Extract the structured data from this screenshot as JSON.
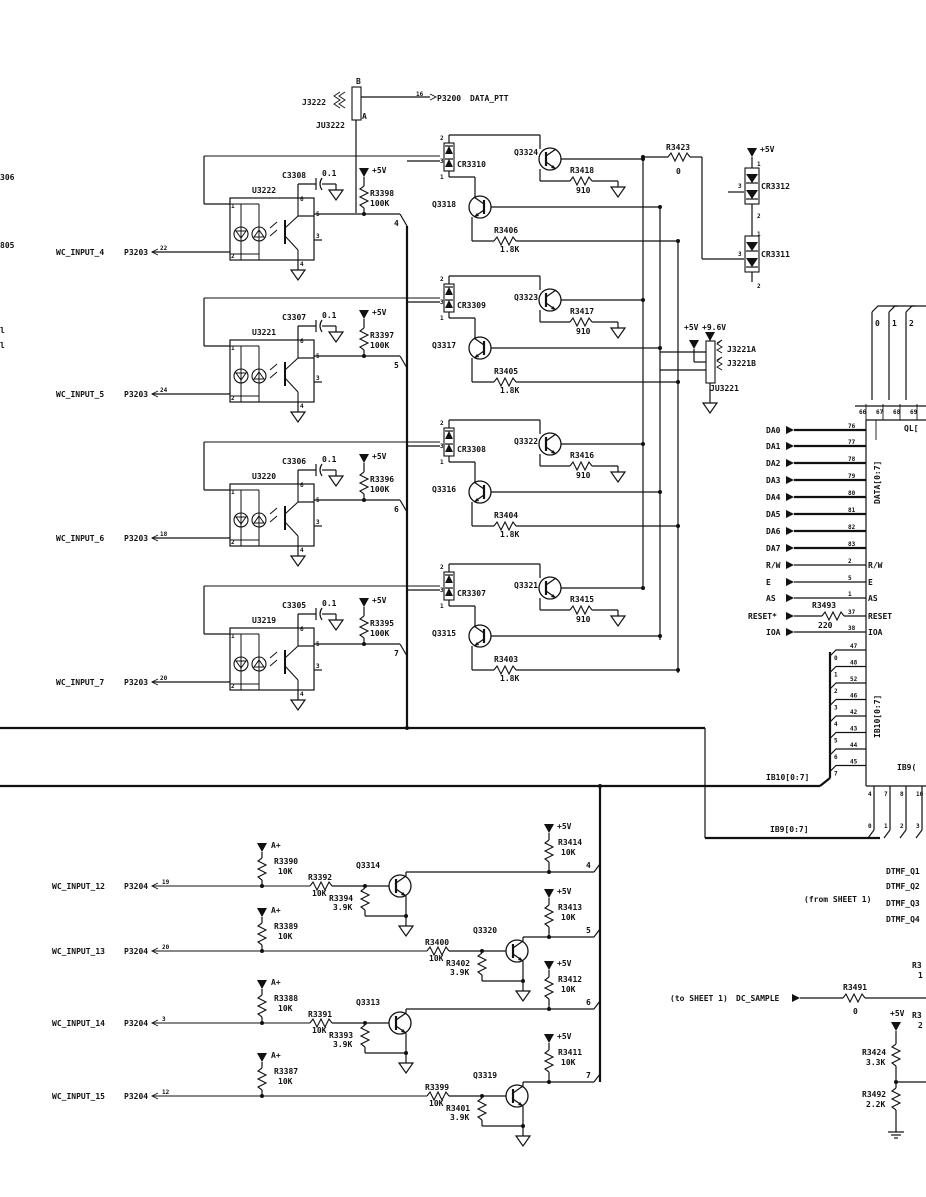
{
  "sheet": {
    "left_edge_refs": [
      "306",
      "805"
    ],
    "jumper_top": {
      "ref": "J3222",
      "jumper": "JU3222",
      "pos_a": "A",
      "pos_b": "B",
      "pin": "16",
      "connector": "P3200",
      "net": "DATA_PTT"
    }
  },
  "opto_inputs": [
    {
      "net": "WC_INPUT_4",
      "connector": "P3203",
      "pin": "22",
      "opto": "U3222",
      "cap": "C3308",
      "cap_val": "0.1",
      "rail": "+5V",
      "res": "R3398",
      "res_val": "100K",
      "bus_pin": "4",
      "diode": "CR3310",
      "q_low": "Q3318",
      "q_high": "Q3324",
      "r_high": "R3418",
      "r_high_val": "910",
      "r_low": "R3406",
      "r_low_val": "1.8K"
    },
    {
      "net": "WC_INPUT_5",
      "connector": "P3203",
      "pin": "24",
      "opto": "U3221",
      "cap": "C3307",
      "cap_val": "0.1",
      "rail": "+5V",
      "res": "R3397",
      "res_val": "100K",
      "bus_pin": "5",
      "diode": "CR3309",
      "q_low": "Q3317",
      "q_high": "Q3323",
      "r_high": "R3417",
      "r_high_val": "910",
      "r_low": "R3405",
      "r_low_val": "1.8K"
    },
    {
      "net": "WC_INPUT_6",
      "connector": "P3203",
      "pin": "18",
      "opto": "U3220",
      "cap": "C3306",
      "cap_val": "0.1",
      "rail": "+5V",
      "res": "R3396",
      "res_val": "100K",
      "bus_pin": "6",
      "diode": "CR3308",
      "q_low": "Q3316",
      "q_high": "Q3322",
      "r_high": "R3416",
      "r_high_val": "910",
      "r_low": "R3404",
      "r_low_val": "1.8K"
    },
    {
      "net": "WC_INPUT_7",
      "connector": "P3203",
      "pin": "20",
      "opto": "U3219",
      "cap": "C3305",
      "cap_val": "0.1",
      "rail": "+5V",
      "res": "R3395",
      "res_val": "100K",
      "bus_pin": "7",
      "diode": "CR3307",
      "q_low": "Q3315",
      "q_high": "Q3321",
      "r_high": "R3415",
      "r_high_val": "910",
      "r_low": "R3403",
      "r_low_val": "1.8K"
    }
  ],
  "opto_pins": {
    "p1": "1",
    "p2": "2",
    "p3": "3",
    "p4": "4",
    "p5": "5",
    "p6": "6"
  },
  "diode_pins": {
    "p1": "1",
    "p2": "2",
    "p3": "3"
  },
  "top_right": {
    "r3423": "R3423",
    "r3423_val": "0",
    "rail_5v": "+5V",
    "cr3312": "CR3312",
    "cr3311": "CR3311",
    "rail_9v": "+9.6V",
    "j3221a": "J3221A",
    "j3221b": "J3221B",
    "ju3221": "JU3221"
  },
  "chip": {
    "top_bits": [
      "0",
      "1",
      "2"
    ],
    "top_pins": [
      "66",
      "67",
      "68",
      "69"
    ],
    "ql_label": "QL[",
    "data_bus_label": "DATA[0:7]",
    "left_pins": [
      {
        "net": "DA0",
        "pin": "76"
      },
      {
        "net": "DA1",
        "pin": "77"
      },
      {
        "net": "DA2",
        "pin": "78"
      },
      {
        "net": "DA3",
        "pin": "79"
      },
      {
        "net": "DA4",
        "pin": "80"
      },
      {
        "net": "DA5",
        "pin": "81"
      },
      {
        "net": "DA6",
        "pin": "82"
      },
      {
        "net": "DA7",
        "pin": "83"
      },
      {
        "net": "R/W",
        "pin": "2",
        "func": "R/W"
      },
      {
        "net": "E",
        "pin": "5",
        "func": "E"
      },
      {
        "net": "AS",
        "pin": "1",
        "func": "AS"
      },
      {
        "net": "RESET*",
        "pin": "37",
        "func": "RESET",
        "res": "R3493",
        "res_val": "220"
      },
      {
        "net": "IOA",
        "pin": "38",
        "func": "IOA"
      }
    ],
    "ib10_pins": [
      "47",
      "48",
      "52",
      "46",
      "42",
      "43",
      "44",
      "45"
    ],
    "ib10_bits": [
      "0",
      "1",
      "2",
      "3",
      "4",
      "5",
      "6",
      "7"
    ],
    "ib10_label": "IB10[0:7]",
    "ib10_bus_label": "IB10[0:7]",
    "ib9_label": "IB9(",
    "ib9_bus_label": "IB9[0:7]",
    "bottom_pins": [
      "4",
      "7",
      "8",
      "10"
    ],
    "ib9_bits": [
      "0",
      "1",
      "2",
      "3"
    ]
  },
  "transistor_inputs": [
    {
      "net": "WC_INPUT_12",
      "connector": "P3204",
      "pin": "19",
      "pullup": "R3390",
      "pullup_val": "10K",
      "rail": "A+",
      "series": "R3392",
      "series_val": "10K",
      "shunt": "R3394",
      "shunt_val": "3.9K",
      "q": "Q3314",
      "col_res": "R3414",
      "col_val": "10K",
      "col_rail": "+5V",
      "bus_pin": "4"
    },
    {
      "net": "WC_INPUT_13",
      "connector": "P3204",
      "pin": "20",
      "pullup": "R3389",
      "pullup_val": "10K",
      "rail": "A+",
      "series": "R3400",
      "series_val": "10K",
      "shunt": "R3402",
      "shunt_val": "3.9K",
      "q": "Q3320",
      "col_res": "R3413",
      "col_val": "10K",
      "col_rail": "+5V",
      "bus_pin": "5"
    },
    {
      "net": "WC_INPUT_14",
      "connector": "P3204",
      "pin": "3",
      "pullup": "R3388",
      "pullup_val": "10K",
      "rail": "A+",
      "series": "R3391",
      "series_val": "10K",
      "shunt": "R3393",
      "shunt_val": "3.9K",
      "q": "Q3313",
      "col_res": "R3412",
      "col_val": "10K",
      "col_rail": "+5V",
      "bus_pin": "6"
    },
    {
      "net": "WC_INPUT_15",
      "connector": "P3204",
      "pin": "12",
      "pullup": "R3387",
      "pullup_val": "10K",
      "rail": "A+",
      "series": "R3399",
      "series_val": "10K",
      "shunt": "R3401",
      "shunt_val": "3.9K",
      "q": "Q3319",
      "col_res": "R3411",
      "col_val": "10K",
      "col_rail": "+5V",
      "bus_pin": "7"
    }
  ],
  "dtmf": {
    "from_label": "(from SHEET 1)",
    "nets": [
      "DTMF_Q1",
      "DTMF_Q2",
      "DTMF_Q3",
      "DTMF_Q4"
    ]
  },
  "dc_sample": {
    "to_label": "(to SHEET 1)",
    "net": "DC_SAMPLE",
    "res": "R3491",
    "res_val": "0",
    "rail": "+5V",
    "r_top": "R3424",
    "r_top_val": "3.3K",
    "r_bot": "R3492",
    "r_bot_val": "2.2K",
    "cut_ref_1": "R3",
    "cut_val_1": "1",
    "cut_ref_2": "R3",
    "cut_val_2": "2"
  }
}
